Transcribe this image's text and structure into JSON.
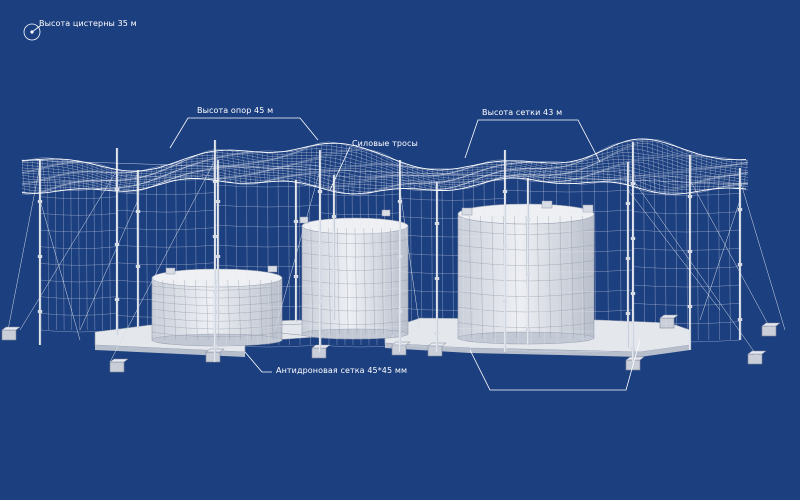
{
  "colors": {
    "background": "#1c3f80",
    "line": "#ffffff",
    "tank_fill": "#dfe3ea",
    "platform_fill": "#e4e7ec"
  },
  "labels": {
    "tank_height": "Высота цистерны 35 м",
    "pole_height": "Высота опор 45 м",
    "power_cables": "Силовые тросы",
    "net_height": "Высота сетки 43 м",
    "anti_drone_net": "Антидроновая сетка 45*45 мм"
  }
}
